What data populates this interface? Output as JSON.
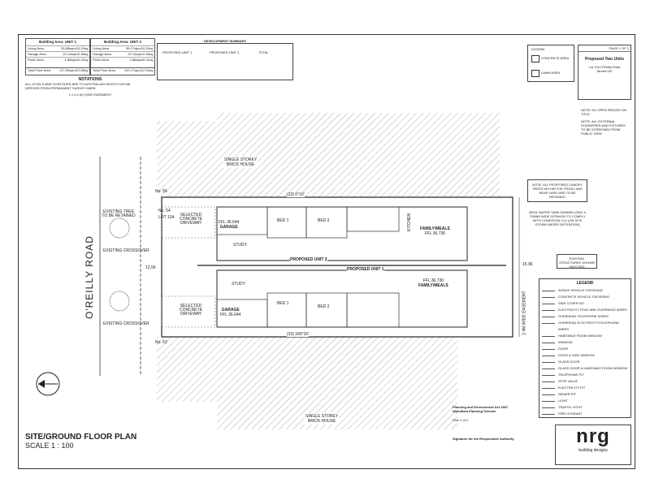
{
  "area_unit1": {
    "title": "Building Area: UNIT 1",
    "rows": [
      {
        "label": "Living Area",
        "value": "93.85sqm/10.10sq"
      },
      {
        "label": "Garage Area",
        "value": "22.14sqm/2.38sq"
      },
      {
        "label": "Porch Area",
        "value": "1.85sqm/0.20sq"
      }
    ],
    "total_label": "Total Floor Area",
    "total_value": "117.84sqm/12.68sq"
  },
  "area_unit2": {
    "title": "Building Area: UNIT 2",
    "rows": [
      {
        "label": "Living Area",
        "value": "95.17sqm/10.24sq"
      },
      {
        "label": "Garage Area",
        "value": "22.14sqm/2.38sq"
      },
      {
        "label": "Porch Area",
        "value": "2.86sqm/0.31sq"
      }
    ],
    "total_label": "Total Floor Area",
    "total_value": "120.17sqm/12.94sq"
  },
  "notations": {
    "title": "NOTATIONS",
    "line1": "ALL LEVELS AND CONTOURS ARE TO AUSTRALIAN HEIGHT DATUM",
    "line2": "DERIVED FROM PERMANENT SURVEY MARK",
    "line3": "1 x 0.4 (m) SIDE EASEMENT"
  },
  "dev_summary": {
    "title": "DEVELOPMENT SUMMARY",
    "col1": "PROPOSED UNIT 1",
    "col2": "PROPOSED UNIT 2",
    "col3": "TOTAL"
  },
  "legend_box": {
    "title": "LEGEND",
    "item1": "CONCRETE AREA",
    "item2": "LAWN AREA"
  },
  "title_block": {
    "page": "PAGE 1 OF 2",
    "project": "Proposed Two Units",
    "address1": "Lot 134 O'Reilly Road",
    "address2": "Tarneit VIC"
  },
  "notes": {
    "n1": "NOTE: NO OPEN SPACES ON TITLE",
    "n2": "NOTE: ALL EXTERNAL DOWNPIPES AND FIXTURES TO BE SCREENED FROM PUBLIC VIEW",
    "n3": "NOTE: ALL PROPOSED CANOPY TREES WITHIN THE FRONT AND REAR YARD ARE TO BE RETAINED",
    "n4": "3000L WATER TANK 2000MM LONG X 700MM WIDE 2075HIGH TO COMPLY WITH CONDITION 9.11 (ON SITE STORM WATER DETENTION)",
    "n5": "EXISTING STRUCTURES SHOWN HATCHED"
  },
  "plan": {
    "road": "O'REILLY ROAD",
    "no56": "No. 56",
    "no54": "No. 54",
    "lot": "LOT 134",
    "no52": "No. 52",
    "house_top1": "SINGLE STOREY",
    "house_top2": "BRICK HOUSE",
    "house_bot1": "SINGLE STOREY",
    "house_bot2": "BRICK HOUSE",
    "unit2_label": "PROPOSED UNIT 2",
    "unit1_label": "PROPOSED UNIT 1",
    "garage": "GARAGE",
    "garage_ffl": "FFL 36.644",
    "study": "STUDY",
    "bed1": "BED 1",
    "bed2": "BED 2",
    "kitchen": "KITCHEN",
    "family_meals": "FAMILY/MEALS",
    "family_ffl2": "FFL 36.730",
    "family_ffl1": "FFL 36.730",
    "driveway1": "SELECTED CONCRETE DRIVEWAY",
    "driveway2": "SELECTED CONCRETE DRIVEWAY",
    "crossover1": "EXISTING CROSSOVER",
    "crossover2": "EXISTING CROSSOVER",
    "tree": "EXISTING TREE TO BE RETAINED",
    "bearing_top": "(33) 0°10'",
    "bearing_bot": "(33) 180°10'",
    "dim_right": "15.96",
    "dim_left": "12.56",
    "easement": "2.4M WIDE EASEMENT",
    "north": "N"
  },
  "legend": {
    "title": "LEGEND",
    "items": [
      "INTAKE VEHICLE CROSSING",
      "CONCRETE VEHICLE CROSSING",
      "SIDE COVER NO",
      "ELECTRICITY POLE AND OVERHEAD WIRES",
      "OVERHEAD TELEPHONE WIRES",
      "OVERHEAD ELECTRICITY/TELEPHONE WIRES",
      "HABITABLE ROOM WINDOW",
      "WINDOW",
      "DOOR",
      "DOOR & SIDE WINDOW",
      "GLASS DOOR",
      "GLASS DOOR & HABITABLE ROOM WINDOW",
      "TELEPHONE PIT",
      "STOP VALVE",
      "ELECTRICITY PIT",
      "SEWER PIT",
      "LIGHT",
      "TRAFFIC LIGHT",
      "FIRE HYDRANT"
    ]
  },
  "planning": {
    "act": "Planning and Environment Act 1987",
    "scheme": "Wyndham Planning Scheme",
    "plan_label": "Plan",
    "plan_value": "1 of 2",
    "signature": "Signature for the Responsible Authority"
  },
  "plan_title": {
    "title": "SITE/GROUND FLOOR PLAN",
    "scale": "SCALE 1 : 100"
  },
  "logo": {
    "brand": "nrg",
    "sub": "building designs"
  }
}
